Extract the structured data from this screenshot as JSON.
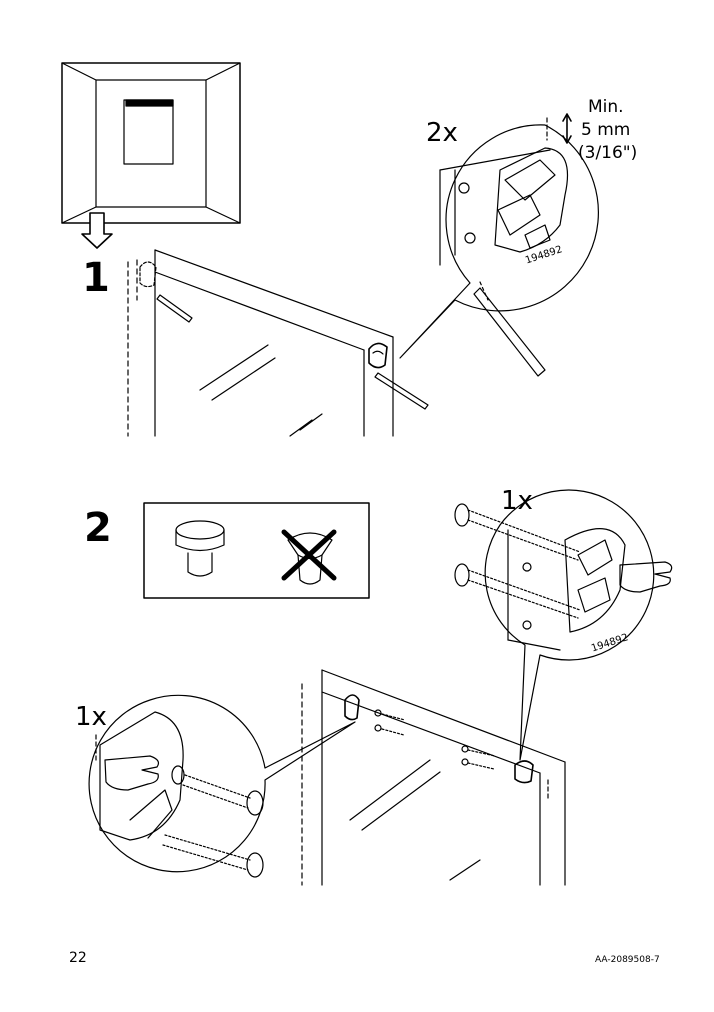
{
  "step1": {
    "number": "1",
    "quantity": "2x",
    "min_label": "Min.",
    "min_mm": "5 mm",
    "min_inch": "(3/16\")",
    "part_number": "194892"
  },
  "step2": {
    "number": "2",
    "quantity_right": "1x",
    "quantity_left": "1x",
    "part_number": "194892"
  },
  "footer": {
    "page_number": "22",
    "doc_code": "AA-2089508-7"
  }
}
